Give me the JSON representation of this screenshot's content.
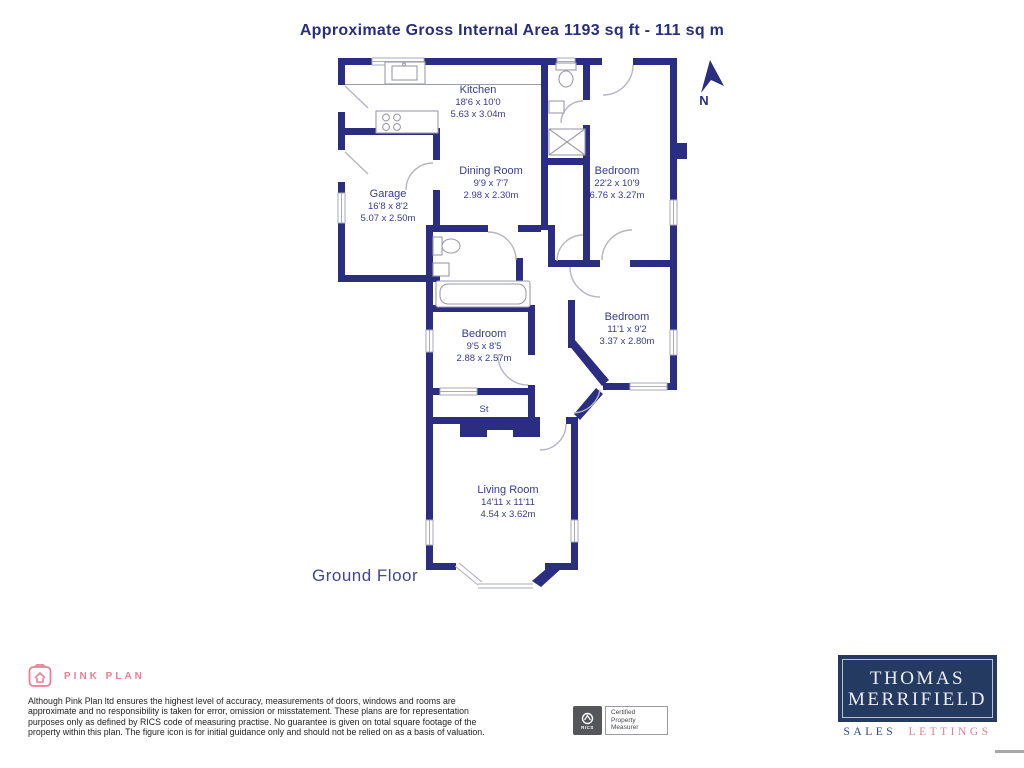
{
  "title": "Approximate Gross Internal Area 1193 sq ft - 111 sq m",
  "floor_label": "Ground Floor",
  "compass": {
    "north_label": "N"
  },
  "rooms": {
    "kitchen": {
      "name": "Kitchen",
      "imperial": "18'6 x 10'0",
      "metric": "5.63 x 3.04m"
    },
    "dining": {
      "name": "Dining Room",
      "imperial": "9'9 x 7'7",
      "metric": "2.98 x 2.30m"
    },
    "garage": {
      "name": "Garage",
      "imperial": "16'8 x 8'2",
      "metric": "5.07 x 2.50m"
    },
    "bedroom1": {
      "name": "Bedroom",
      "imperial": "22'2 x 10'9",
      "metric": "6.76 x 3.27m"
    },
    "bedroom2": {
      "name": "Bedroom",
      "imperial": "11'1 x 9'2",
      "metric": "3.37 x 2.80m"
    },
    "bedroom3": {
      "name": "Bedroom",
      "imperial": "9'5 x 8'5",
      "metric": "2.88 x 2.57m"
    },
    "living": {
      "name": "Living Room",
      "imperial": "14'11 x 11'11",
      "metric": "4.54 x 3.62m"
    },
    "store": {
      "name": "St"
    }
  },
  "footer": {
    "pink_plan": {
      "brand": "PINK PLAN",
      "disclaimer_lines": [
        "Although Pink Plan ltd ensures the highest level of accuracy, measurements of doors, windows and rooms are",
        "approximate and no responsibility is taken for error, omission or misstatement. These plans are for representation",
        "purposes only as defined by RICS code of measuring practise. No guarantee is given on total square footage of the",
        "property within this plan. The figure icon is for initial guidance only and should not be relied on as a basis of valuation."
      ]
    },
    "rics": {
      "org": "RICS",
      "label_lines": [
        "Certified",
        "Property",
        "Measurer"
      ]
    },
    "agency": {
      "name_line1": "THOMAS",
      "name_line2": "MERRIFIELD",
      "tagline_sales": "SALES",
      "tagline_lettings": "LETTINGS"
    }
  },
  "colors": {
    "wall_navy": "#2b2e80",
    "label_navy": "#383b8e",
    "pink": "#ee7d95",
    "agency_navy": "#253a60",
    "tagline_sales": "#2b4a7a",
    "tagline_lettings": "#e0808f",
    "fixture_gray": "#9b9caa"
  }
}
